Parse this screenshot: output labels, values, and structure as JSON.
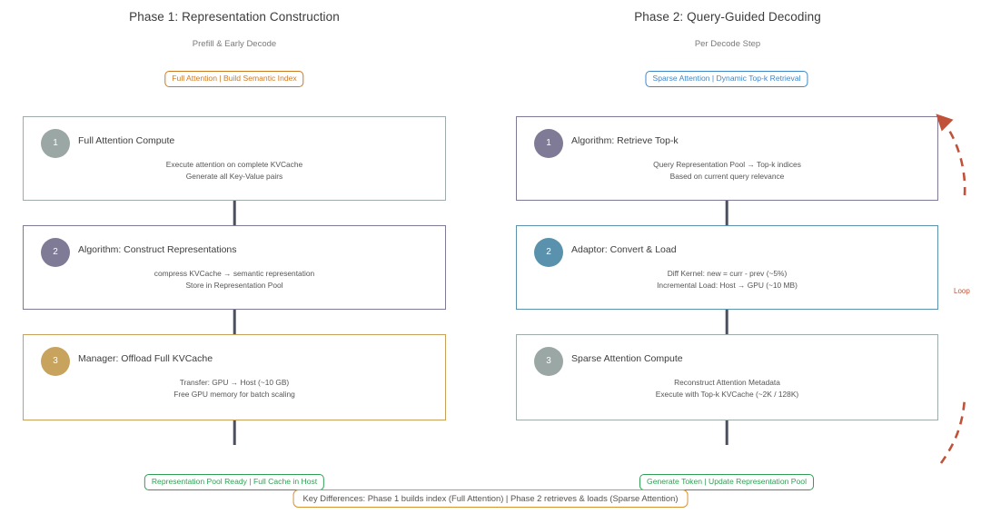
{
  "phases": [
    {
      "title": "Phase 1: Representation Construction",
      "subtitle": "Prefill & Early Decode",
      "pill": "Full Attention | Build Semantic Index",
      "pill_color": "#cc7a22",
      "footer_pill": "Representation Pool Ready | Full Cache in Host",
      "footer_color": "#2f9e54",
      "steps": [
        {
          "number": "1",
          "title": "Full Attention Compute",
          "line1": "Execute attention on complete KVCache",
          "line2": "Generate all Key-Value pairs",
          "border_color": "#9fabab",
          "badge_color": "#9aa7a5"
        },
        {
          "number": "2",
          "title": "Algorithm: Construct Representations",
          "line1": "compress KVCache → semantic representation",
          "line2": "Store in Representation Pool",
          "border_color": "#7e7994",
          "badge_color": "#7f7a95"
        },
        {
          "number": "3",
          "title": "Manager: Offload Full KVCache",
          "line1": "Transfer: GPU → Host (~10 GB)",
          "line2": "Free GPU memory for batch scaling",
          "border_color": "#c8a05a",
          "badge_color": "#c8a35e"
        }
      ]
    },
    {
      "title": "Phase 2: Query-Guided Decoding",
      "subtitle": "Per Decode Step",
      "pill": "Sparse Attention | Dynamic Top-k Retrieval",
      "pill_color": "#3f87c8",
      "footer_pill": "Generate Token | Update Representation Pool",
      "footer_color": "#2f9e54",
      "steps": [
        {
          "number": "1",
          "title": "Algorithm: Retrieve Top-k",
          "line1": "Query Representation Pool → Top-k indices",
          "line2": "Based on current query relevance",
          "border_color": "#7e7994",
          "badge_color": "#7f7a95"
        },
        {
          "number": "2",
          "title": "Adaptor: Convert & Load",
          "line1": "Diff Kernel: new = curr - prev (~5%)",
          "line2": "Incremental Load: Host → GPU (~10 MB)",
          "border_color": "#5b93ad",
          "badge_color": "#5a92ad"
        },
        {
          "number": "3",
          "title": "Sparse Attention Compute",
          "line1": "Reconstruct Attention Metadata",
          "line2": "Execute with Top-k KVCache (~2K / 128K)",
          "border_color": "#9fabab",
          "badge_color": "#9aa7a5"
        }
      ]
    }
  ],
  "loop": {
    "label": "Loop",
    "color": "#c4553a"
  },
  "footer": {
    "note": "Key Differences:  Phase 1 builds index (Full Attention)  |  Phase 2 retrieves & loads (Sparse Attention)",
    "border_color": "#d79434"
  }
}
